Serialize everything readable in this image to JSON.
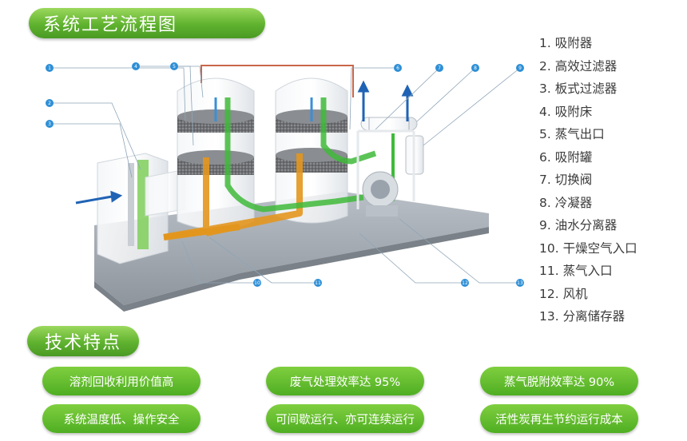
{
  "process_title": "系统工艺流程图",
  "features_title": "技术特点",
  "legend": [
    "1. 吸附器",
    "2. 高效过滤器",
    "3. 板式过滤器",
    "4. 吸附床",
    "5. 蒸气出口",
    "6. 吸附罐",
    "7.  切换阀",
    "8. 冷凝器",
    "9.  油水分离器",
    "10. 干燥空气入口",
    "11. 蒸气入口",
    "12. 风机",
    "13. 分离储存器"
  ],
  "callouts": [
    "1",
    "2",
    "3",
    "4",
    "5",
    "6",
    "7",
    "8",
    "9",
    "10",
    "11",
    "12",
    "13"
  ],
  "features": [
    "溶剂回收利用价值高",
    "废气处理效率达 95%",
    "蒸气脱附效率达 90%",
    "系统温度低、操作安全",
    "可间歇运行、亦可连续运行",
    "活性炭再生节约运行成本"
  ],
  "colors": {
    "accent_green": "#5fb22e",
    "callout_blue": "#2e8fd6",
    "pipe_orange": "#e3961e",
    "pipe_green": "#3fba3a",
    "flow_blue": "#1f63b5"
  }
}
